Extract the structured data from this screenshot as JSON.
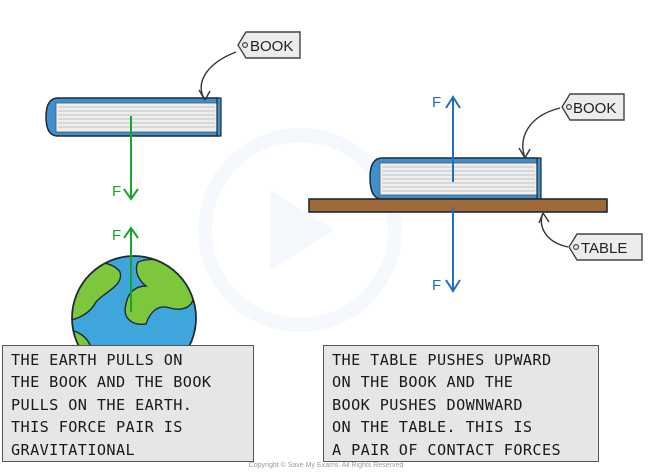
{
  "left": {
    "book_tag": "BOOK",
    "force_down_label": "F",
    "force_up_label": "F",
    "caption_lines": [
      "THE EARTH PULLS ON",
      "THE BOOK AND THE BOOK",
      "PULLS ON THE EARTH.",
      "THIS FORCE PAIR IS",
      "GRAVITATIONAL"
    ]
  },
  "right": {
    "book_tag": "BOOK",
    "table_tag": "TABLE",
    "force_up_label": "F",
    "force_down_label": "F",
    "caption_lines": [
      "THE TABLE PUSHES UPWARD",
      "ON THE BOOK AND THE",
      "BOOK PUSHES DOWNWARD",
      "ON THE TABLE. THIS IS",
      "A PAIR OF CONTACT FORCES"
    ]
  },
  "footer": {
    "copyright": "Copyright © Save My Exams. All Rights Reserved"
  },
  "colors": {
    "book_cover": "#3d8fd0",
    "book_pages": "#eeeeee",
    "table": "#a0693a",
    "gravity_arrow": "#1aa32a",
    "contact_arrow": "#1e6fbf",
    "earth_ocean": "#3fa6dc",
    "earth_land": "#7dc73c",
    "caption_bg": "#e6e6e6"
  }
}
